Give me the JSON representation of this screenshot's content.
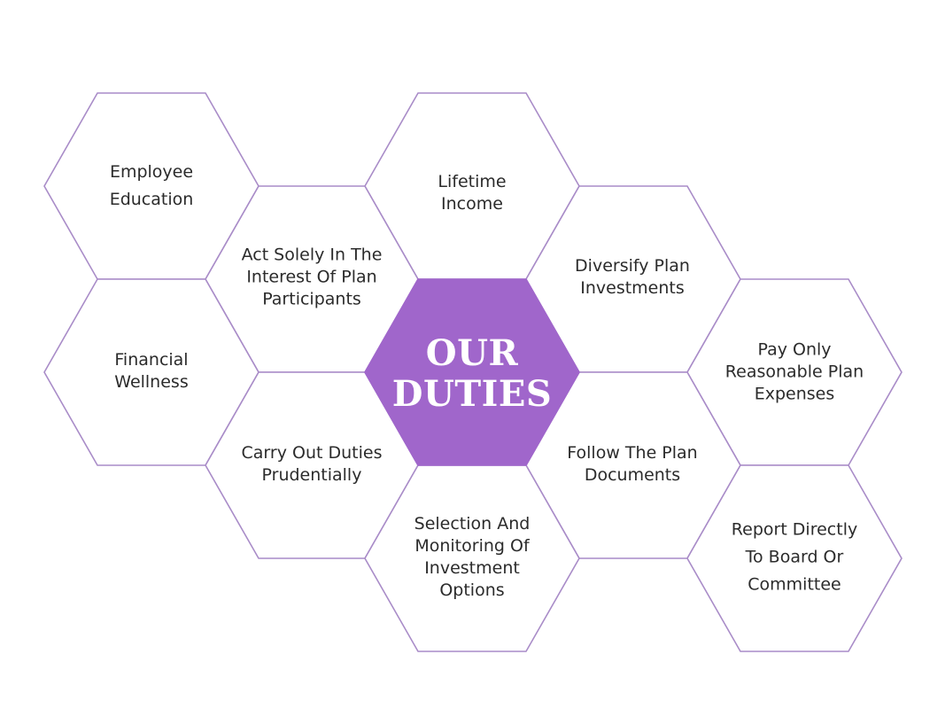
{
  "title": "OUR\nDUTIES",
  "colors": {
    "outline": "#a98cc8",
    "center_fill": "#a066cb",
    "text": "#2b2b2b"
  },
  "duties": [
    "Employee\nEducation",
    "Lifetime\nIncome",
    "Act Solely In The\nInterest Of Plan\nParticipants",
    "Diversify Plan\nInvestments",
    "Financial\nWellness",
    "Pay Only\nReasonable Plan\nExpenses",
    "Carry Out Duties\nPrudentially",
    "Follow The Plan\nDocuments",
    "Selection And\nMonitoring Of\nInvestment\nOptions",
    "Report Directly\nTo Board Or\nCommittee"
  ]
}
